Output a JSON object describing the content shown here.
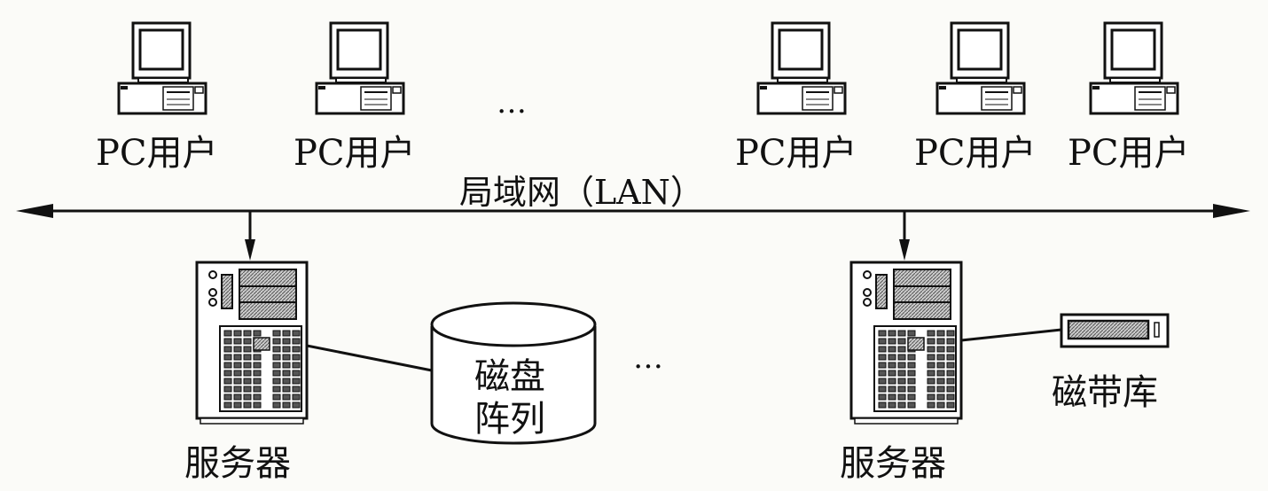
{
  "network": {
    "label": "局域网（LAN）"
  },
  "pcs": [
    {
      "label": "PC用户"
    },
    {
      "label": "PC用户"
    },
    {
      "label": "PC用户"
    },
    {
      "label": "PC用户"
    },
    {
      "label": "PC用户"
    }
  ],
  "ellipsis_top": "…",
  "ellipsis_bottom": "…",
  "servers": [
    {
      "label": "服务器"
    },
    {
      "label": "服务器"
    }
  ],
  "disk_array": {
    "line1": "磁盘",
    "line2": "阵列"
  },
  "tape_library": {
    "label": "磁带库"
  }
}
